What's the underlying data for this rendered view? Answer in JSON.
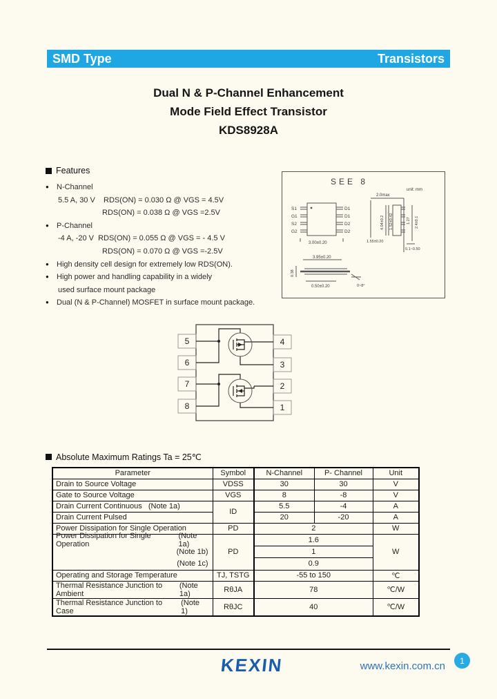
{
  "icons": {
    "bullet": "●",
    "square": "■"
  },
  "colors": {
    "accent_cyan": "#1ea7e2",
    "logo_blue": "#1a5cad",
    "url_blue": "#2e74b9",
    "page_bg": "#fdfbef"
  },
  "header": {
    "left": "SMD Type",
    "right": "Transistors"
  },
  "title": {
    "line1": "Dual N & P-Channel Enhancement",
    "line2": "Mode Field Effect Transistor",
    "line3": "KDS8928A"
  },
  "features": {
    "heading": "Features",
    "items": [
      {
        "text": "N-Channel"
      },
      {
        "text": "5.5 A, 30 V    RDS(ON) = 0.030 Ω @ VGS = 4.5V"
      },
      {
        "text": "RDS(ON) = 0.038 Ω @ VGS =2.5V"
      },
      {
        "text": "P-Channel"
      },
      {
        "text": "-4 A, -20 V  RDS(ON) = 0.055 Ω @ VGS = - 4.5 V"
      },
      {
        "text": "RDS(ON) = 0.070 Ω @ VGS =-2.5V"
      },
      {
        "text": "High density cell design for extremely low RDS(ON)."
      },
      {
        "text": "High power and handling capability in a widely"
      },
      {
        "text": "used surface mount package"
      },
      {
        "text": "Dual (N & P-Channel) MOSFET in surface mount package."
      }
    ]
  },
  "package_drawing": {
    "title": "SEE 8",
    "unit_note": "unit: mm",
    "pins_left": [
      "S1",
      "G1",
      "S2",
      "G2"
    ],
    "pins_right": [
      "D1",
      "D1",
      "D2",
      "D2"
    ],
    "dims": {
      "top_width": "3.00±0.20",
      "side_span": "2.0max",
      "side_height": "4.04±0.2",
      "side_body": "1.52±0.42",
      "side_pitch": "1.27",
      "side_right": "2.4±0.1",
      "side_bottom": "1.55±0.20",
      "side_standoff": "0.1~0.50",
      "foot_width": "3.95±0.20",
      "foot_length": "0.50±0.20",
      "foot_thickness": "0.38",
      "foot_angle": "0~8°"
    }
  },
  "circuit": {
    "pins_left": [
      "5",
      "6",
      "7",
      "8"
    ],
    "pins_right": [
      "4",
      "3",
      "2",
      "1"
    ]
  },
  "ratings": {
    "heading": "Absolute Maximum Ratings Ta = 25℃",
    "columns": [
      "Parameter",
      "Symbol",
      "N-Channel",
      "P- Channel",
      "Unit"
    ],
    "rows": {
      "vdss": {
        "param": "Drain to Source Voltage",
        "sym": "VDSS",
        "n": "30",
        "p": "30",
        "unit": "V"
      },
      "vgs": {
        "param": "Gate to Source Voltage",
        "sym": "VGS",
        "n": "8",
        "p": "-8",
        "unit": "V"
      },
      "id_cont": {
        "param": "Drain Current Continuous   (Note 1a)",
        "sym": "ID",
        "n": "5.5",
        "p": "-4",
        "unit": "A"
      },
      "id_pulse": {
        "param": "Drain Current Pulsed",
        "n": "20",
        "p": "-20",
        "unit": "A"
      },
      "pd_single": {
        "param": "Power Dissipation for Single Operation",
        "sym": "PD",
        "val": "2",
        "unit": "W"
      },
      "pd_a": {
        "param": "Power Dissipation for Single Operation",
        "note": "(Note 1a)",
        "sym": "PD",
        "val": "1.6",
        "unit": "W"
      },
      "pd_b": {
        "note": "(Note 1b)",
        "val": "1"
      },
      "pd_c": {
        "note": "(Note 1c)",
        "val": "0.9"
      },
      "temp": {
        "param": "Operating and Storage Temperature",
        "sym": "TJ, TSTG",
        "val": "-55 to 150",
        "unit": "℃"
      },
      "rthja": {
        "param": "Thermal Resistance Junction to Ambient",
        "note": "(Note 1a)",
        "sym": "RθJA",
        "val": "78",
        "unit": "℃/W"
      },
      "rthjc": {
        "param": "Thermal Resistance Junction to Case",
        "note": "(Note 1)",
        "sym": "RθJC",
        "val": "40",
        "unit": "℃/W"
      }
    }
  },
  "footer": {
    "logo": "KEXIN",
    "url": "www.kexin.com.cn",
    "page_number": "1"
  }
}
